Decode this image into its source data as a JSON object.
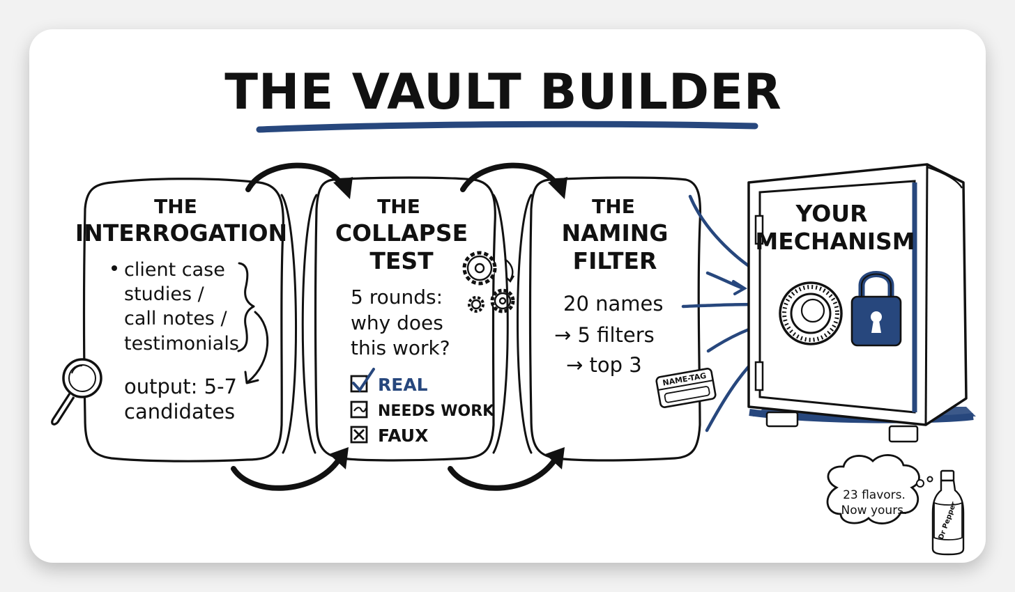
{
  "title": "THE VAULT BUILDER",
  "colors": {
    "ink": "#111111",
    "accent_blue": "#27477d",
    "background": "#ffffff"
  },
  "steps": [
    {
      "heading_line1": "THE",
      "heading_line2": "INTERROGATION",
      "bullet_lines": [
        "client case",
        "studies /",
        "call notes /",
        "testimonials"
      ],
      "output_line1": "output: 5-7",
      "output_line2": "candidates",
      "icon": "magnifying-glass-icon"
    },
    {
      "heading_line1": "THE",
      "heading_line2": "COLLAPSE",
      "heading_line3": "TEST",
      "body_lines": [
        "5 rounds:",
        "why does",
        "this work?"
      ],
      "checks": [
        {
          "label": "REAL",
          "state": "checked"
        },
        {
          "label": "NEEDS WORK",
          "state": "tilde"
        },
        {
          "label": "FAUX",
          "state": "crossed"
        }
      ],
      "icon": "gears-icon"
    },
    {
      "heading_line1": "THE",
      "heading_line2": "NAMING",
      "heading_line3": "FILTER",
      "body_lines": [
        "20 names",
        "→ 5 filters",
        "→ top 3"
      ],
      "tag_label": "NAME-TAG",
      "icon": "name-tag-icon"
    }
  ],
  "vault": {
    "label_line1": "YOUR",
    "label_line2": "MECHANISM",
    "icons": [
      "dial-icon",
      "padlock-icon"
    ]
  },
  "thought_bubble": {
    "line1": "23 flavors.",
    "line2": "Now yours."
  },
  "bottle_label": "Dr Pepper"
}
